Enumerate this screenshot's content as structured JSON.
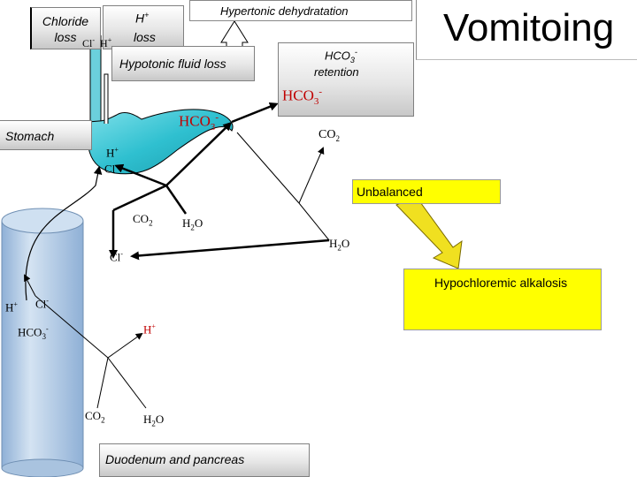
{
  "title": "Vomitoing",
  "boxes": {
    "chloride_loss": "Chloride loss",
    "h_loss": "H",
    "h_loss_sup": "+",
    "h_loss_word": "loss",
    "hypertonic": "Hypertonic dehydratation",
    "hypotonic": "Hypotonic fluid loss",
    "hco3_retention": "HCO",
    "hco3_retention_sub": "3",
    "hco3_retention_sup": "-",
    "hco3_retention_word": "retention",
    "unbalanced": "Unbalanced",
    "hypochloremic": "Hypochloremic alkalosis",
    "duodenum": "Duodenum and pancreas",
    "stomach": "Stomach"
  },
  "labels": {
    "cl_top": "Cl",
    "cl_top_sup": "-",
    "h_top": "H",
    "h_top_sup": "+",
    "hco3_red_top": "HCO",
    "hco3_red_top_sub": "3",
    "hco3_red_top_sup": "-",
    "hco3_red_stomach": "HCO",
    "hco3_red_stomach_sub": "3",
    "hco3_red_stomach_sup": "-",
    "co2_right": "CO",
    "co2_right_sub": "2",
    "h_stomach": "H",
    "h_stomach_sup": "+",
    "cl_stomach": "Cl",
    "cl_stomach_sup": "-",
    "co2_mid": "CO",
    "co2_mid_sub": "2",
    "h2o_mid": "H",
    "h2o_mid_sub": "2",
    "h2o_mid_o": "O",
    "h2o_right": "H",
    "h2o_right_sub": "2",
    "h2o_right_o": "O",
    "cl_left": "Cl",
    "cl_left_sup": "-",
    "h_blood": "H",
    "h_blood_sup": "+",
    "cl_blood": "Cl",
    "cl_blood_sup": "-",
    "hco3_blood": "HCO",
    "hco3_blood_sub": "3",
    "hco3_blood_sup": "-",
    "h_red_bottom": "H",
    "h_red_bottom_sup": "+",
    "co2_bottom": "CO",
    "co2_bottom_sub": "2",
    "h2o_bottom": "H",
    "h2o_bottom_sub": "2",
    "h2o_bottom_o": "O"
  },
  "colors": {
    "stomach": "#33c3d3",
    "stomach_dark": "#1c8fa0",
    "cylinder": "#b9cfe6",
    "cylinder_edge": "#6f8fb3",
    "yellow": "#ffff00",
    "yellow_arrow": "#f0e020",
    "red_text": "#c00000",
    "black": "#000000"
  }
}
